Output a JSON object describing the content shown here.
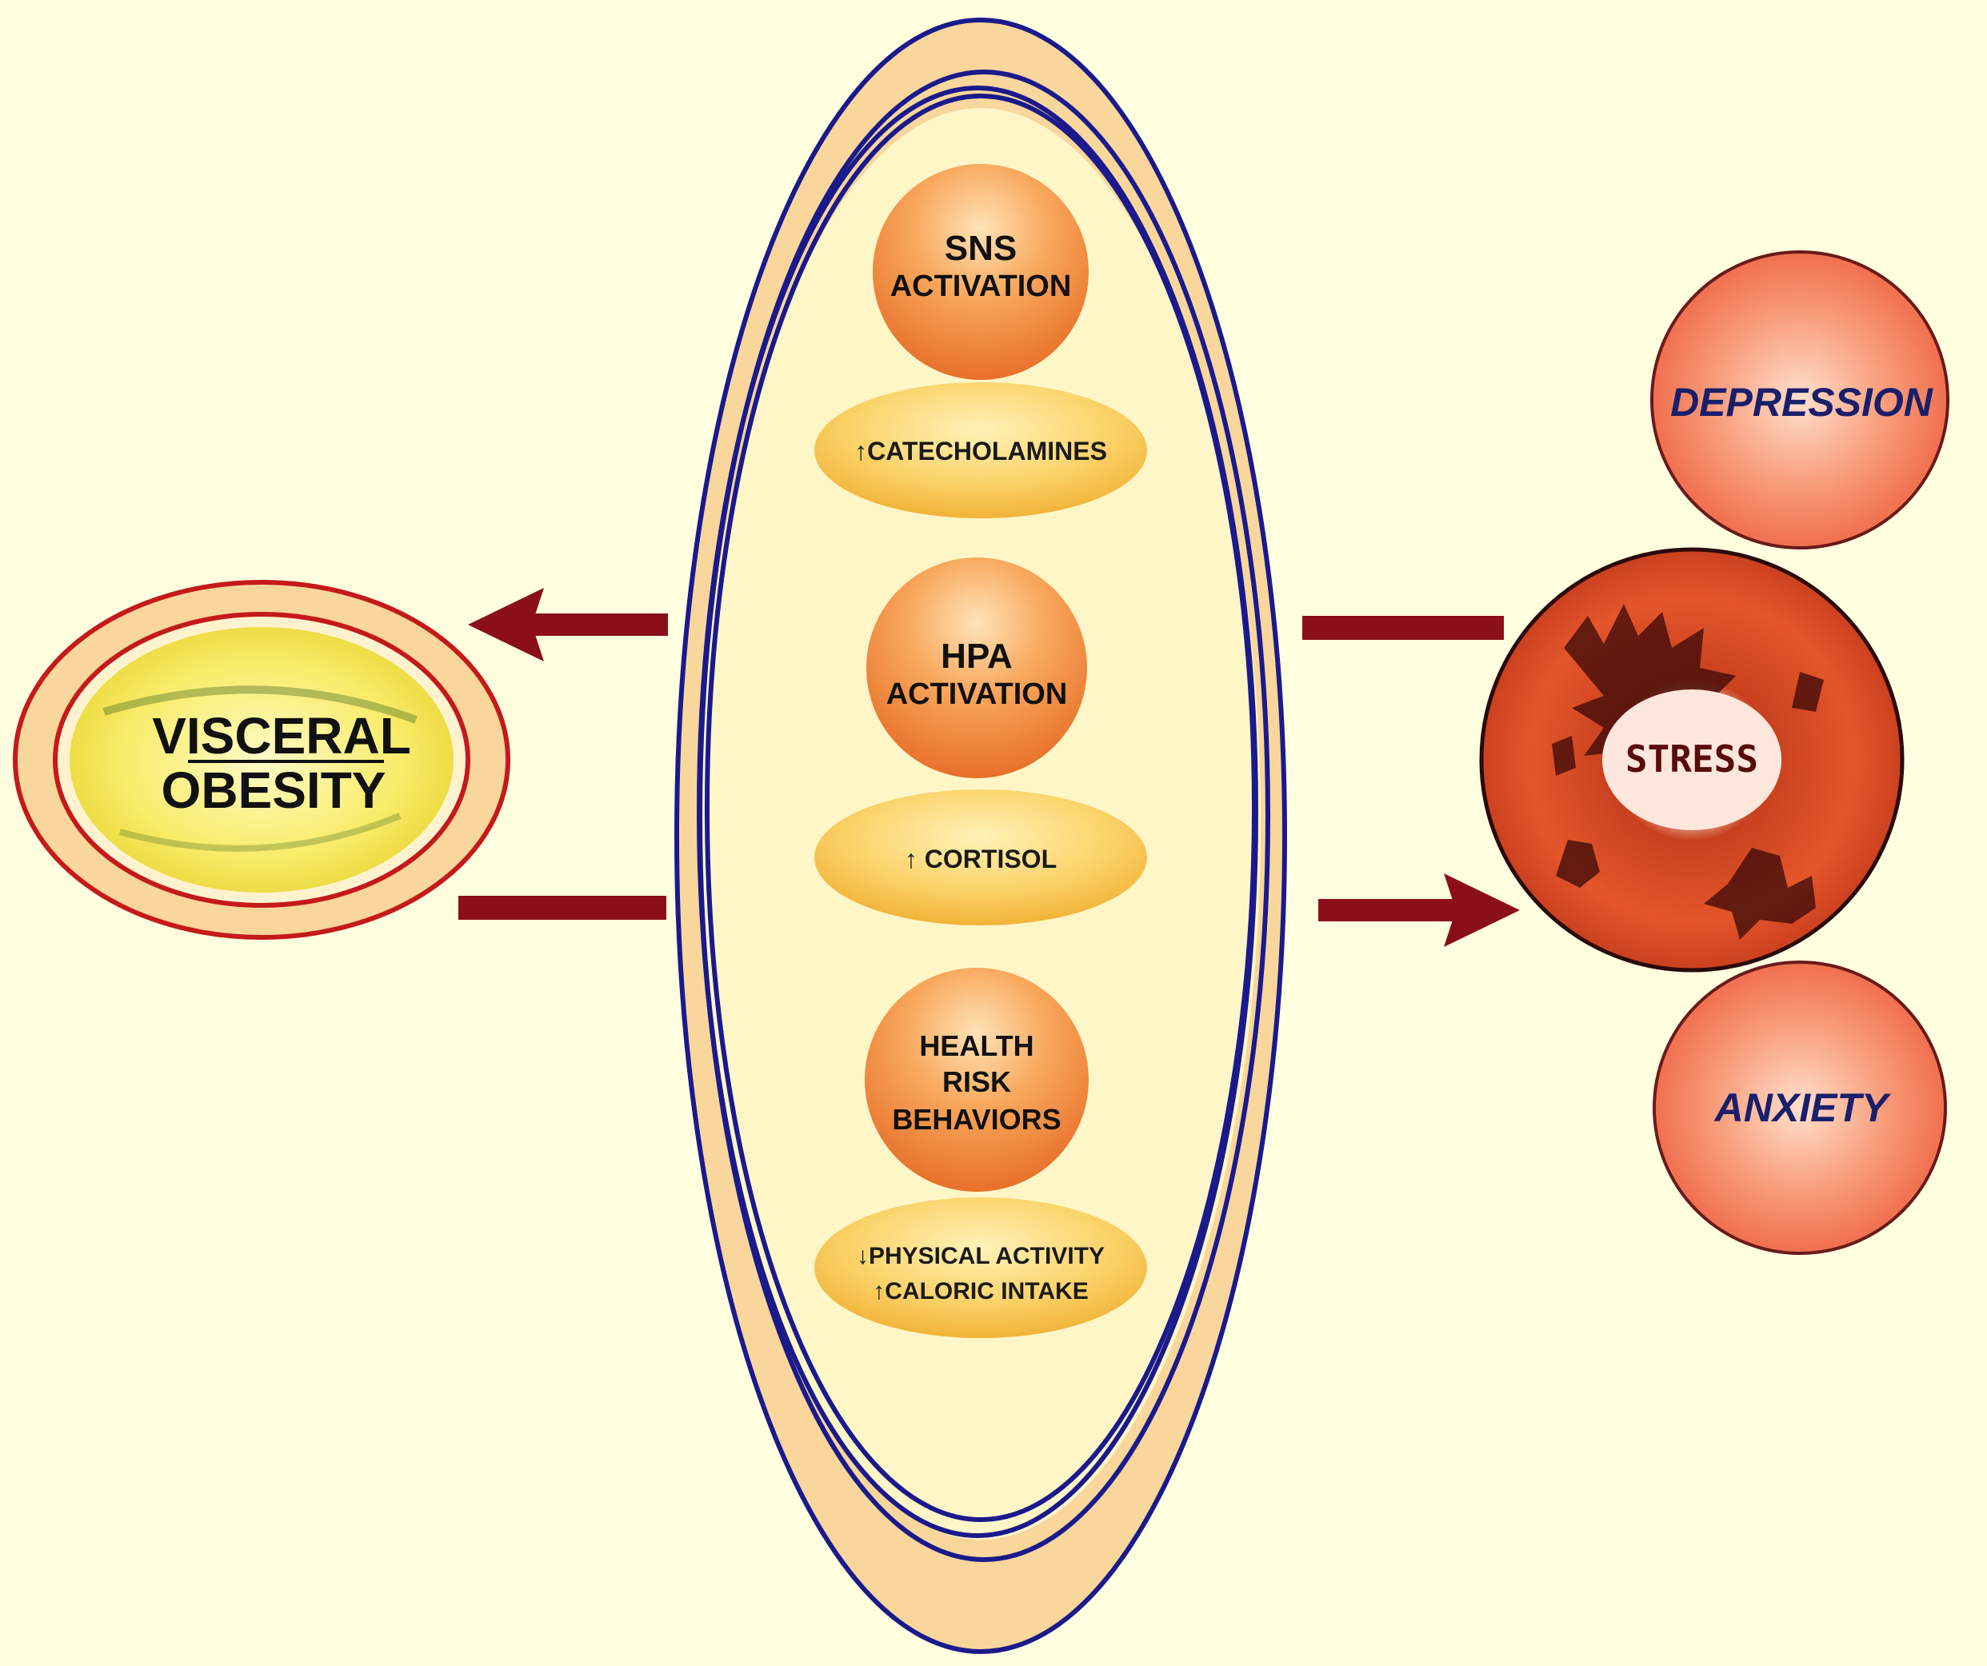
{
  "diagram": {
    "visceral_obesity": {
      "line1": "VISCERAL",
      "line2": "OBESITY"
    },
    "mechanisms": {
      "sns": {
        "line1": "SNS",
        "line2": "ACTIVATION"
      },
      "catecholamines": "↑CATECHOLAMINES",
      "hpa": {
        "line1": "HPA",
        "line2": "ACTIVATION"
      },
      "cortisol": "↑ CORTISOL",
      "health_risk": {
        "line1": "HEALTH",
        "line2": "RISK",
        "line3": "BEHAVIORS"
      },
      "behaviors": {
        "line1": "↓PHYSICAL ACTIVITY",
        "line2": "↑CALORIC INTAKE"
      }
    },
    "depression": "DEPRESSION",
    "stress": "STRESS",
    "anxiety": "ANXIETY"
  },
  "colors": {
    "background": "#ffffe0",
    "arrow": "#8b0f1a",
    "ring_stroke": "#1a1a8c",
    "ring_fill": "#f9d69b",
    "orange_ball": "#f08a3c",
    "mood_ball": "#f0704a",
    "obesity_fill": "#f7e84a",
    "obesity_border": "#c41a1a"
  }
}
